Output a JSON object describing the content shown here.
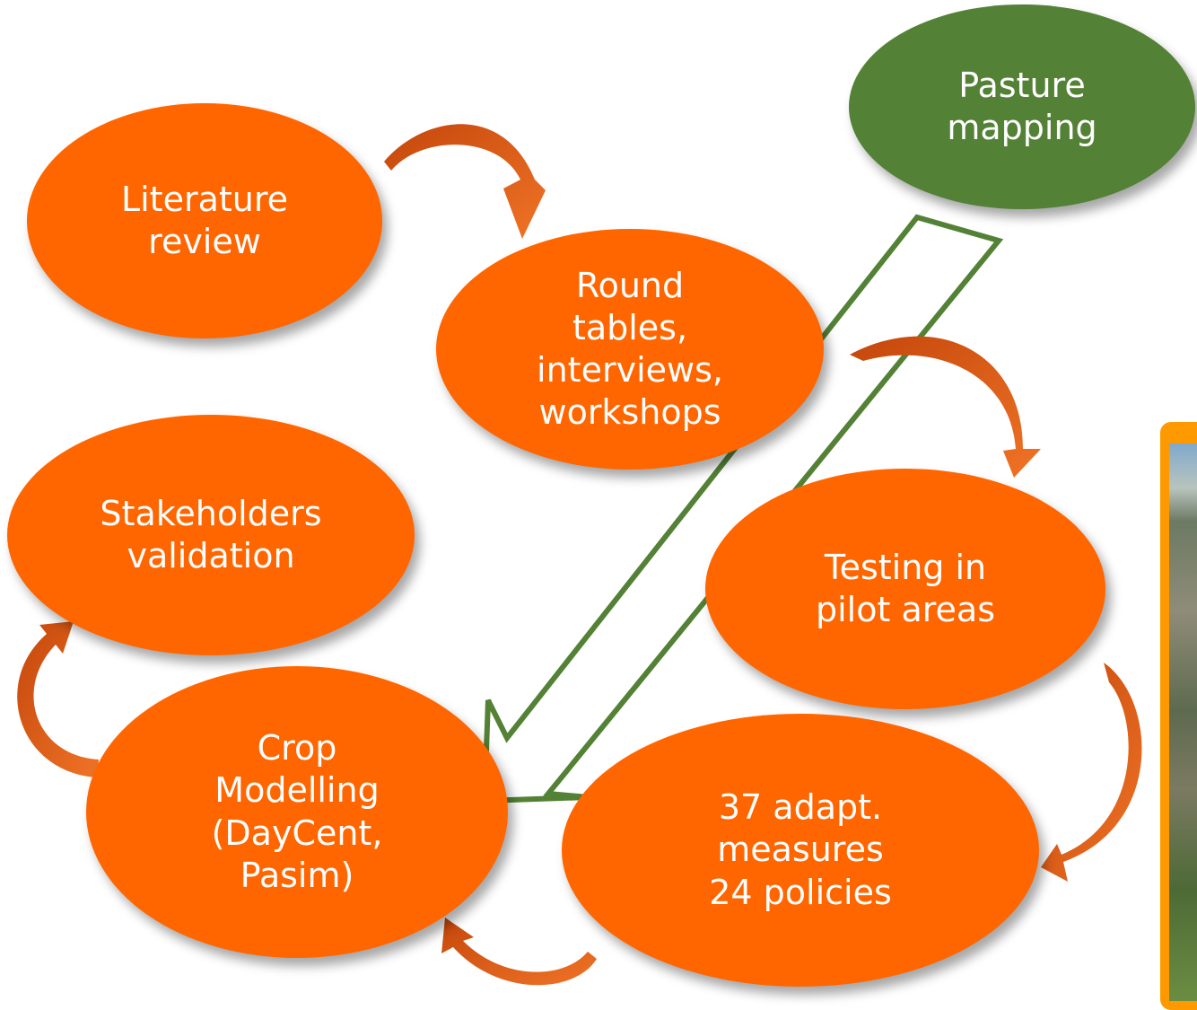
{
  "nodes": {
    "literature_review": "Literature\nreview",
    "round_tables": "Round\ntables,\ninterviews,\nworkshops",
    "pasture_mapping": "Pasture\nmapping",
    "stakeholders_validation": "Stakeholders\nvalidation",
    "testing_pilot": "Testing in\npilot areas",
    "crop_modelling": "Crop\nModelling\n(DayCent,\nPasim)",
    "measures_policies": "37 adapt.\nmeasures\n24 policies"
  },
  "colors": {
    "node_orange": "#ff6600",
    "node_green": "#538135",
    "curved_arrow": "#e05a12",
    "big_arrow_outline": "#538135",
    "photo_frame": "#ff9900"
  }
}
